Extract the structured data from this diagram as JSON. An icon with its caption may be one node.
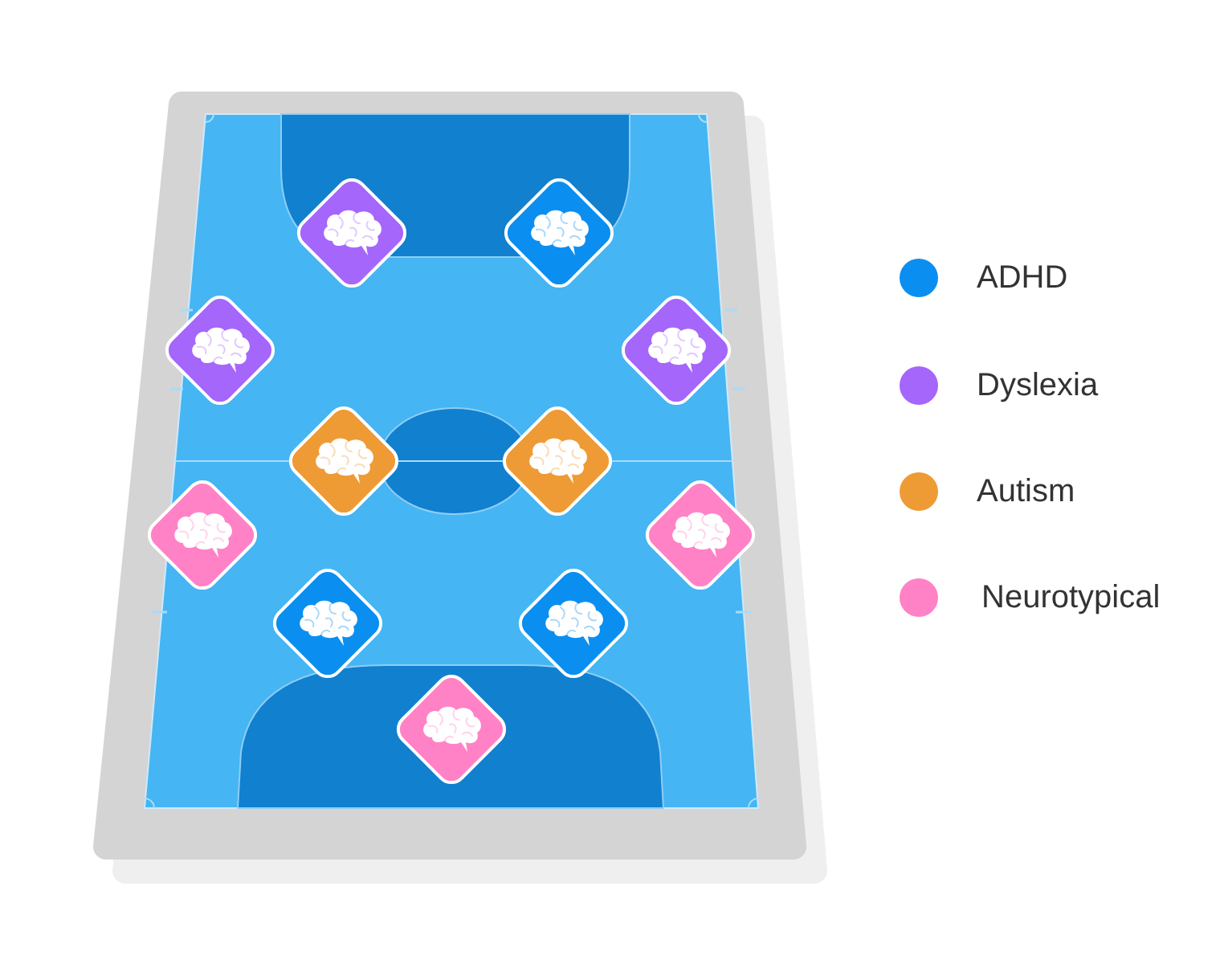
{
  "diagram": {
    "legend": [
      {
        "text": "ADHD",
        "color": "#0a8ff0"
      },
      {
        "text": "Dyslexia",
        "color": "#a566fb"
      },
      {
        "text": "Autism",
        "color": "#ee9b35"
      },
      {
        "text": "Neurotypical",
        "color": "#ff82c6"
      }
    ]
  }
}
